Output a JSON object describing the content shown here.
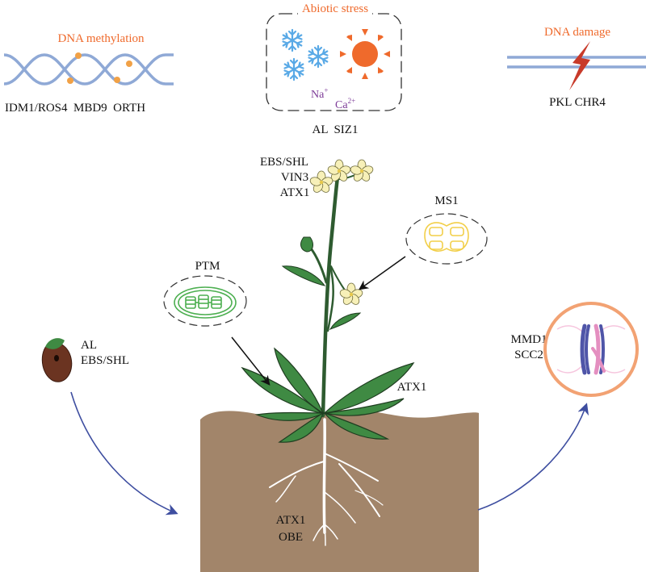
{
  "colors": {
    "accent_orange": "#ef6a2c",
    "dna_strand": "#8fa9d6",
    "soil": "#a2856a",
    "leaf": "#3f8a43",
    "leaf_dark": "#1f3d20",
    "stem": "#2e5b30",
    "flower": "#f7f0b8",
    "arrow_blue": "#3e4ea0",
    "ion_purple": "#7d3c98",
    "snowflake": "#59a9e6",
    "chloroplast": "#4caf50",
    "pollen": "#f2cf49",
    "cell_ring": "#f2a273",
    "chrom_blue": "#4f55a8",
    "chrom_pink": "#e48fc0"
  },
  "methylation": {
    "title": "DNA methylation",
    "genes": "IDM1/ROS4  MBD9  ORTH"
  },
  "abiotic": {
    "title": "Abiotic stress",
    "ion_na": "Na",
    "ion_na_charge": "+",
    "ion_ca": "Ca",
    "ion_ca_charge": "2+",
    "genes": "AL  SIZ1",
    "icons": [
      "snowflake-icon",
      "snowflake-icon",
      "snowflake-icon",
      "sun-icon"
    ]
  },
  "damage": {
    "title": "DNA damage",
    "genes": "PKL CHR4",
    "icon": "lightning-icon"
  },
  "inflorescence_genes": [
    "EBS/SHL",
    "VIN3",
    "ATX1"
  ],
  "ms1": {
    "label": "MS1",
    "icon": "pollen-icon"
  },
  "ptm": {
    "label": "PTM",
    "icon": "chloroplast-icon"
  },
  "seed": {
    "genes": [
      "AL",
      "EBS/SHL"
    ],
    "icon": "seed-icon"
  },
  "leaf_gene": "ATX1",
  "root_genes": [
    "ATX1",
    "OBE"
  ],
  "meiosis": {
    "genes": [
      "MMD1",
      "SCC2"
    ],
    "icon": "chromosome-icon"
  }
}
